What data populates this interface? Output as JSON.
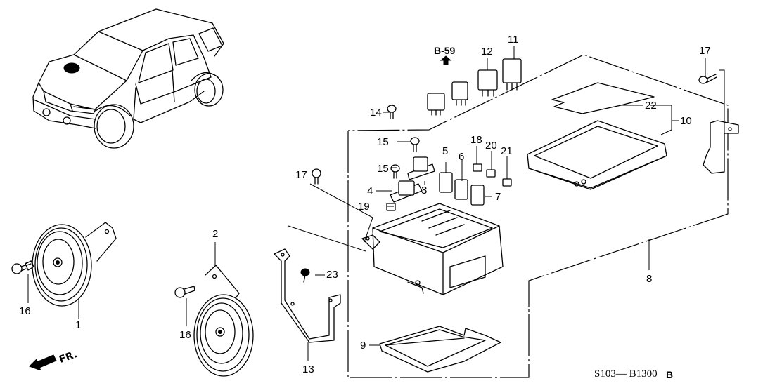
{
  "diagram": {
    "title": "Horn / Relay Box exploded parts diagram",
    "catalog_code": "S103— B1300",
    "catalog_suffix": "B",
    "reference": {
      "label": "B-59",
      "arrow": "up-arrow-icon"
    },
    "direction_indicator": {
      "label": "FR.",
      "icon": "front-direction-arrow-icon"
    },
    "callouts": {
      "p1": "1",
      "p2": "2",
      "p3": "3",
      "p4": "4",
      "p5": "5",
      "p6": "6",
      "p7": "7",
      "p8": "8",
      "p9": "9",
      "p10": "10",
      "p11": "11",
      "p12": "12",
      "p13": "13",
      "p14": "14",
      "p15a": "15",
      "p15b": "15",
      "p16a": "16",
      "p16b": "16",
      "p17a": "17",
      "p17b": "17",
      "p18": "18",
      "p19": "19",
      "p20": "20",
      "p21": "21",
      "p22": "22",
      "p23": "23"
    },
    "parts": [
      {
        "id": "1",
        "name": "horn (low)"
      },
      {
        "id": "2",
        "name": "horn (high)"
      },
      {
        "id": "3",
        "name": "relay"
      },
      {
        "id": "4",
        "name": "relay"
      },
      {
        "id": "5",
        "name": "relay"
      },
      {
        "id": "6",
        "name": "relay"
      },
      {
        "id": "7",
        "name": "relay"
      },
      {
        "id": "8",
        "name": "relay box assembly"
      },
      {
        "id": "9",
        "name": "relay box lower cover"
      },
      {
        "id": "10",
        "name": "relay box upper cover"
      },
      {
        "id": "11",
        "name": "relay"
      },
      {
        "id": "12",
        "name": "relay"
      },
      {
        "id": "13",
        "name": "relay box bracket"
      },
      {
        "id": "14",
        "name": "bolt"
      },
      {
        "id": "15",
        "name": "bolt"
      },
      {
        "id": "16",
        "name": "flange bolt"
      },
      {
        "id": "17",
        "name": "flange bolt"
      },
      {
        "id": "18",
        "name": "fuse"
      },
      {
        "id": "19",
        "name": "fuse"
      },
      {
        "id": "20",
        "name": "fuse"
      },
      {
        "id": "21",
        "name": "fuse"
      },
      {
        "id": "22",
        "name": "label"
      },
      {
        "id": "23",
        "name": "bolt"
      }
    ]
  }
}
